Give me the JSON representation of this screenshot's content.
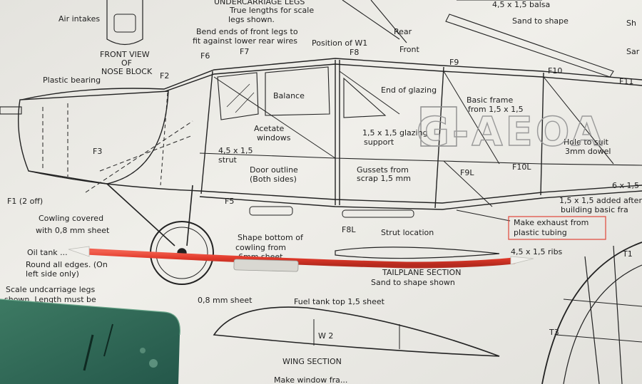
{
  "plan_labels": {
    "air_intakes": "Air intakes",
    "undercarriage_legs_title": "UNDERCARRIAGE LEGS",
    "true_lengths": "True lengths for scale",
    "legs_shown": "legs shown.",
    "bend_ends_1": "Bend ends of front legs to",
    "bend_ends_2": "fit against lower rear wires",
    "front_view_1": "FRONT VIEW",
    "front_view_2": "OF",
    "front_view_3": "NOSE BLOCK",
    "rear": "Rear",
    "front": "Front",
    "balsa_45": "4,5 x 1,5 balsa",
    "sand_to_shape_top": "Sand to shape",
    "sh": "Sh",
    "sar": "Sar",
    "position_w1": "Position of W1",
    "f2": "F2",
    "f6": "F6",
    "f7": "F7",
    "f8": "F8",
    "f9": "F9",
    "f10": "F10",
    "f11": "F11",
    "plastic_bearing": "Plastic bearing",
    "balance": "Balance",
    "end_of_glazing": "End of glazing",
    "basic_frame_1": "Basic frame",
    "basic_frame_2": "from 1,5 x 1,5",
    "registration": "G-AEOA",
    "acetate_1": "Acetate",
    "acetate_2": "windows",
    "glazing_support_1": "1,5 x 1,5 glazing",
    "glazing_support_2": "support",
    "hole_1": "Hole to suit",
    "hole_2": "3mm dowel",
    "f3": "F3",
    "strut_1": "4,5 x 1,5",
    "strut_2": "strut",
    "door_1": "Door outline",
    "door_2": "(Both sides)",
    "gussets_1": "Gussets from",
    "gussets_2": "scrap 1,5 mm",
    "f9l": "F9L",
    "f10l": "F10L",
    "six_x": "6 x 1,5",
    "f1": "F1 (2 off)",
    "f5": "F5",
    "added_1": "1,5 x 1,5 added after",
    "added_2": "building basic fra",
    "cowling_1": "Cowling covered",
    "cowling_2": "with 0,8 mm sheet",
    "shape_bottom_1": "Shape bottom of",
    "shape_bottom_2": "cowling from",
    "shape_bottom_3": "6mm sheet",
    "f8l": "F8L",
    "strut_location": "Strut location",
    "exhaust_1": "Make exhaust from",
    "exhaust_2": "plastic tubing",
    "ribs": "4,5 x 1,5 ribs",
    "oil_tank_1": "Oil tank ...",
    "oil_tank_2": "Round all edges. (On",
    "oil_tank_3": "left side only)",
    "tailplane": "TAILPLANE SECTION",
    "sand_to_shape_shown": "Sand to shape shown",
    "t1": "T1",
    "t3": "T3",
    "scale_uc_1": "Scale undcarriage legs",
    "scale_uc_2": "shown. Length must be",
    "sheet_08": "0,8 mm sheet",
    "fuel_tank": "Fuel tank top 1,5 sheet",
    "w2": "W 2",
    "wing_section": "WING SECTION",
    "bottom_text": "Make window fra..."
  },
  "colors": {
    "paper": "#ecebe6",
    "ink": "#1f1f1f",
    "exhaust_tube": "#e0392a",
    "highlight_box": "#e0463a",
    "cutting_mat": "#2f6a55"
  }
}
